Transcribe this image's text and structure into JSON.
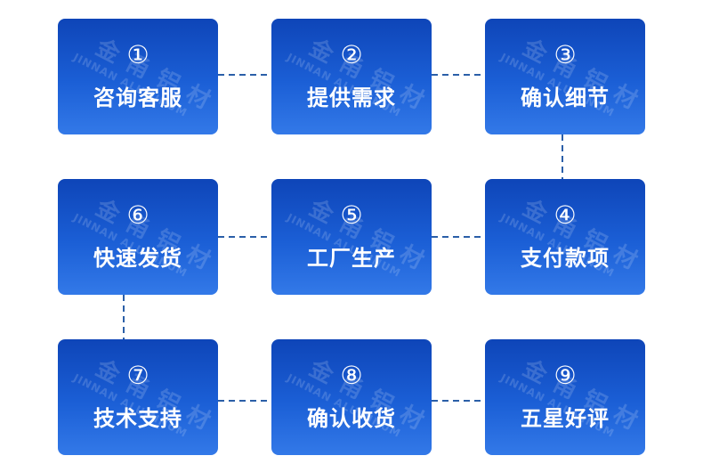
{
  "colors": {
    "card_top": "#0e45b8",
    "card_bottom": "#3379e8",
    "connector": "#2b5fa8"
  },
  "watermark": {
    "cn": "金甬铝材",
    "en": "JINNAN ALUMINUM"
  },
  "steps": [
    {
      "num": "①",
      "label": "咨询客服"
    },
    {
      "num": "②",
      "label": "提供需求"
    },
    {
      "num": "③",
      "label": "确认细节"
    },
    {
      "num": "④",
      "label": "支付款项"
    },
    {
      "num": "⑤",
      "label": "工厂生产"
    },
    {
      "num": "⑥",
      "label": "快速发货"
    },
    {
      "num": "⑦",
      "label": "技术支持"
    },
    {
      "num": "⑧",
      "label": "确认收货"
    },
    {
      "num": "⑨",
      "label": "五星好评"
    }
  ]
}
